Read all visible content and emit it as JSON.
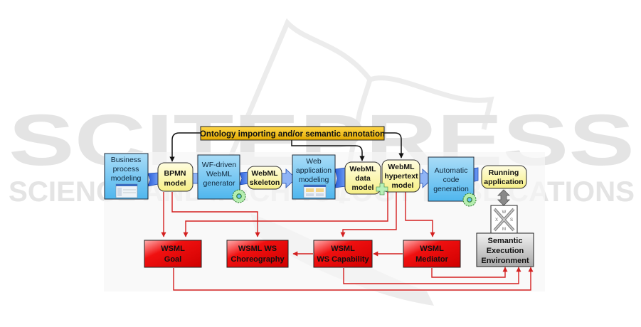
{
  "watermark": {
    "line1": "SCITEPRESS",
    "line2": "SCIENCE AND TECHNOLOGY PUBLICATIONS"
  },
  "banner": {
    "label": "Ontology importing and/or semantic annotation"
  },
  "process_boxes": [
    {
      "id": "bpm",
      "lines": [
        "Business",
        "process",
        "modeling"
      ],
      "has_screenshot": true,
      "has_gear": false
    },
    {
      "id": "wfgen",
      "lines": [
        "WF-driven",
        "WebML",
        "generator"
      ],
      "has_screenshot": false,
      "has_gear": true
    },
    {
      "id": "webapp",
      "lines": [
        "Web",
        "application",
        "modeling"
      ],
      "has_screenshot": true,
      "has_gear": false
    },
    {
      "id": "codegen",
      "lines": [
        "Automatic",
        "code",
        "generation"
      ],
      "has_screenshot": false,
      "has_gear": true
    }
  ],
  "artifacts": [
    {
      "id": "bpmn",
      "lines": [
        "BPMN",
        "model"
      ]
    },
    {
      "id": "skeleton",
      "lines": [
        "WebML",
        "skeleton"
      ]
    },
    {
      "id": "datamodel",
      "lines": [
        "WebML",
        "data",
        "model"
      ]
    },
    {
      "id": "hypertext",
      "lines": [
        "WebML",
        "hypertext",
        "model"
      ]
    },
    {
      "id": "running",
      "lines": [
        "Running",
        "application"
      ]
    }
  ],
  "wsml_boxes": [
    {
      "id": "goal",
      "lines": [
        "WSML",
        "Goal"
      ]
    },
    {
      "id": "choreo",
      "lines": [
        "WSML WS",
        "Choreography"
      ]
    },
    {
      "id": "capability",
      "lines": [
        "WSML",
        "WS Capability"
      ]
    },
    {
      "id": "mediator",
      "lines": [
        "WSML",
        "Mediator"
      ]
    }
  ],
  "see": {
    "id": "see",
    "lines": [
      "Semantic",
      "Execution",
      "Environment"
    ],
    "logo_letters": [
      "W",
      "S",
      "M",
      "X"
    ]
  },
  "colors": {
    "process_fill": "#6cc4f2",
    "artifact_fill": "#fbf7a6",
    "banner_fill": "#f2c31a",
    "wsml_fill": "#e50000",
    "see_fill": "#c8c8c8",
    "connector_red": "#d42020",
    "flow_blue": "#3a6fe0",
    "gear_green": "#b6eeb0",
    "plus_green": "#b8f0b8"
  }
}
